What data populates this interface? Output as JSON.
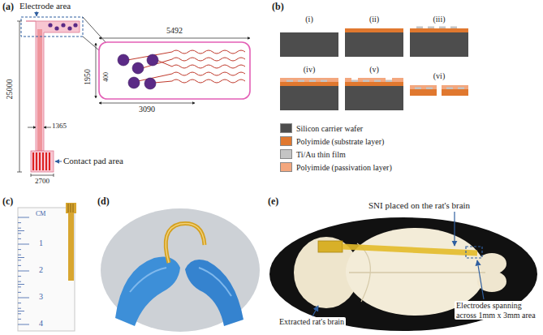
{
  "diagram": {
    "labels": [
      "(a)",
      "Electrode area",
      "25000",
      "1365",
      "Contact pad area",
      "2700",
      "5492",
      "1950",
      "400",
      "3090",
      "(b)",
      "(i)",
      "(ii)",
      "(iii)",
      "(iv)",
      "(v)",
      "(vi)",
      "(c)",
      "CM",
      "1",
      "2",
      "3",
      "4",
      "(d)",
      "(e)",
      "SNI placed on the rat's brain",
      "Extracted rat's brain",
      "Electrodes spanning across 1mm x 3mm area"
    ],
    "legend": [
      {
        "text": "Silicon carrier wafer",
        "color": "#4d4d4d"
      },
      {
        "text": "Polyimide (substrate layer)",
        "color": "#e0782f"
      },
      {
        "text": "Ti/Au thin film",
        "color": "#c4c4c4"
      },
      {
        "text": "Polyimide (passivation layer)",
        "color": "#f3a77e"
      }
    ]
  }
}
